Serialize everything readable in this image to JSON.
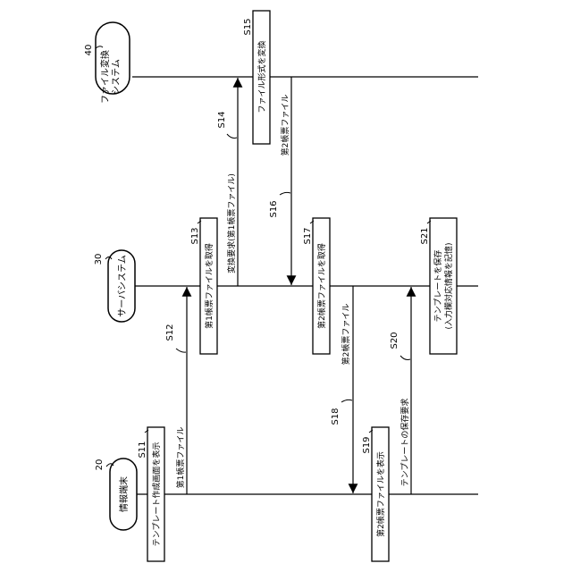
{
  "lifelines": [
    {
      "id": "L40",
      "ref": "40",
      "name_lines": [
        "ファイル変換",
        "システム"
      ]
    },
    {
      "id": "L30",
      "ref": "30",
      "name_lines": [
        "サーバシステム"
      ]
    },
    {
      "id": "L20",
      "ref": "20",
      "name_lines": [
        "情報端末"
      ]
    }
  ],
  "processes": [
    {
      "step": "S11",
      "lines": [
        "テンプレート作成画面を表示"
      ]
    },
    {
      "step": "S13",
      "lines": [
        "第1帳票ファイルを取得"
      ]
    },
    {
      "step": "S15",
      "lines": [
        "ファイル形式を変換"
      ]
    },
    {
      "step": "S17",
      "lines": [
        "第2帳票ファイルを取得"
      ]
    },
    {
      "step": "S19",
      "lines": [
        "第2帳票ファイルを表示"
      ]
    },
    {
      "step": "S21",
      "lines": [
        "テンプレートを保存",
        "(入力欄対応情報を記憶)"
      ]
    }
  ],
  "messages": [
    {
      "step": "S12",
      "label": "第1帳票ファイル"
    },
    {
      "step": "S14",
      "label": "変換要求(第1帳票ファイル)"
    },
    {
      "step": "S16",
      "label": "第2帳票ファイル"
    },
    {
      "step": "S18",
      "label": "第2帳票ファイル"
    },
    {
      "step": "S20",
      "label": "テンプレートの保存要求"
    }
  ]
}
